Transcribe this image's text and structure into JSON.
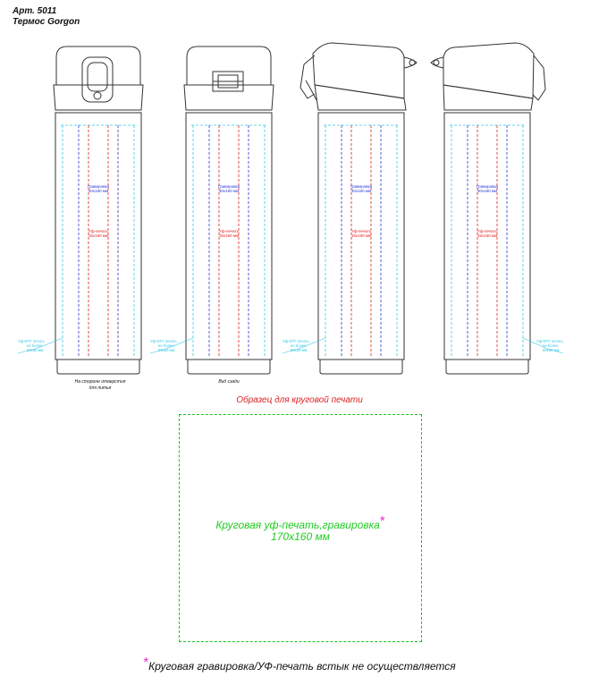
{
  "header": {
    "article": "Арт. 5011",
    "product": "Термос Gorgon"
  },
  "labels": {
    "engraving": "Гравировка",
    "engraving_size": "30х160 мм",
    "uv_print": "Уф-печать",
    "uv_size": "15х160 мм",
    "side_note_1": "Уф-DTF печать",
    "side_note_2": "не более",
    "side_note_3": "60х60 мм"
  },
  "captions": {
    "front_1": "На стороне отверстия",
    "front_2": "для питья",
    "back": "Вид сзади"
  },
  "wrap_zone": {
    "title": "Образец для круговой печати",
    "line1": "Круговая уф-печать,гравировка",
    "line2": "170х160 мм",
    "marker": "*"
  },
  "footer": {
    "marker": "*",
    "note": "Круговая гравировка/УФ-печать встык не осуществляется"
  },
  "colors": {
    "outline": "#333333",
    "engraving_lines": "#2a36d6",
    "uv_lines": "#e0201f",
    "dtf_lines": "#35c8e6",
    "zone": "#22cc22",
    "marker": "#e030c8"
  }
}
